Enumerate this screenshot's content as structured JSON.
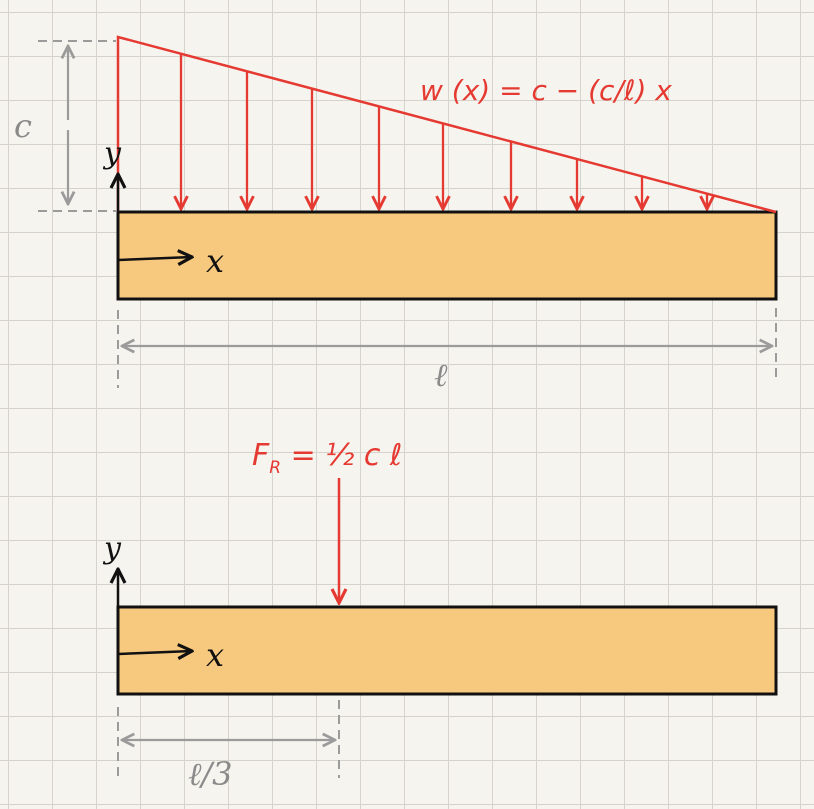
{
  "top": {
    "load_equation": "w (x) = c − (c/ℓ) x",
    "height_label": "c",
    "y_axis_label": "y",
    "x_axis_label": "x",
    "length_label": "ℓ"
  },
  "bottom": {
    "resultant_label": "F",
    "resultant_sub": "R",
    "resultant_rhs": " = ½ c ℓ",
    "y_axis_label": "y",
    "x_axis_label": "x",
    "position_label": "ℓ/3"
  },
  "colors": {
    "beam_fill": "#f7c97e",
    "load_red": "#e53a32",
    "dimension_gray": "#9b9b9b",
    "ink": "#111111"
  }
}
